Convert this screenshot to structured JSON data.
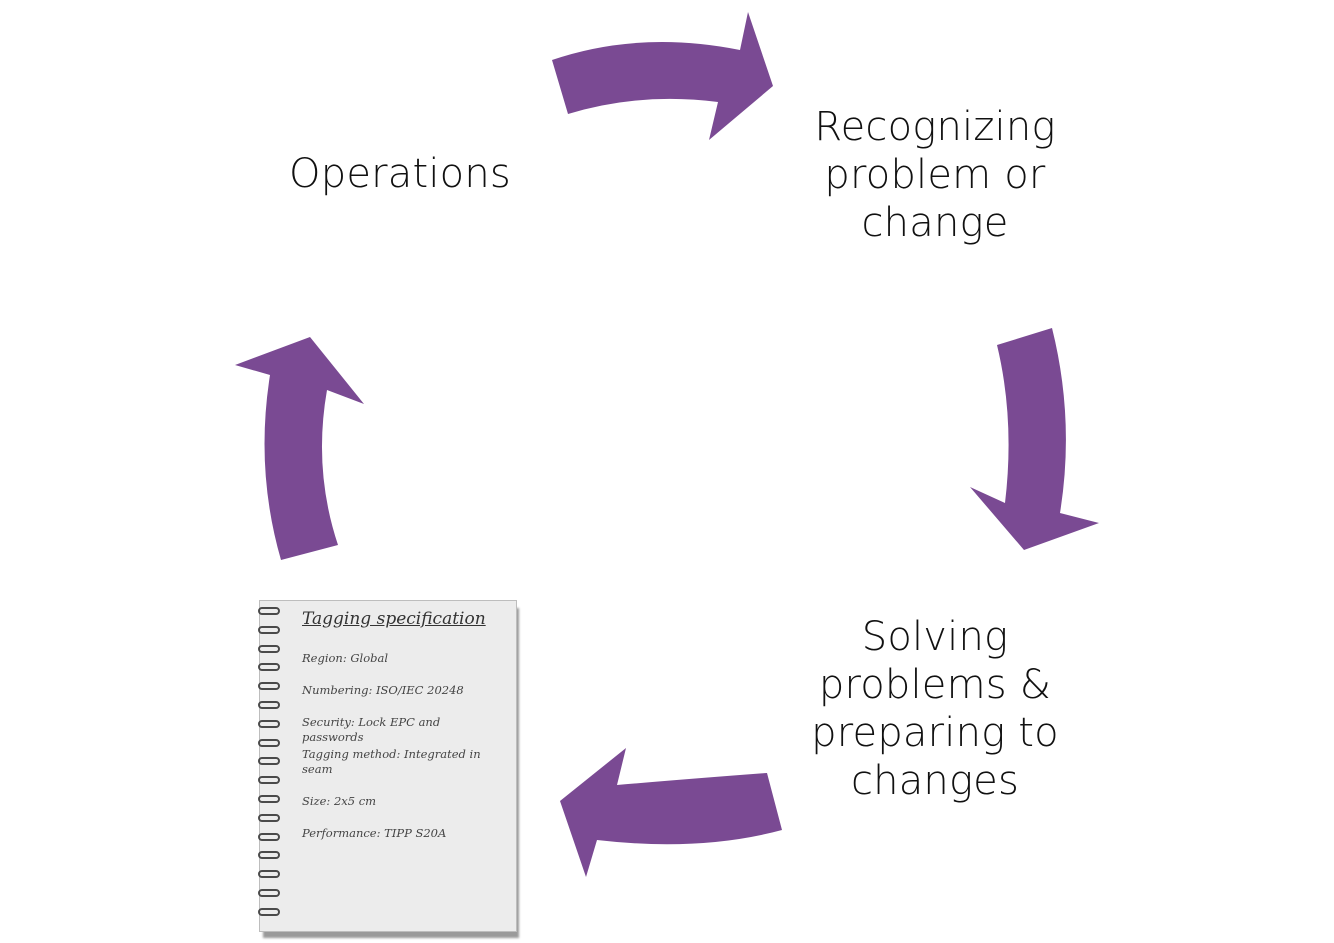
{
  "cycle": {
    "stages": [
      {
        "lines": [
          "Operations"
        ]
      },
      {
        "lines": [
          "Recognizing",
          "problem or",
          "change"
        ]
      },
      {
        "lines": [
          "Solving",
          "problems &",
          "preparing to",
          "changes"
        ]
      }
    ],
    "arrow_color": "#7a4a93"
  },
  "notebook": {
    "title": "Tagging specification",
    "items": [
      "Region: Global",
      "Numbering: ISO/IEC 20248",
      "Security: Lock EPC and passwords",
      "Tagging method: Integrated in seam",
      "Size: 2x5 cm",
      "Performance: TIPP S20A"
    ]
  }
}
